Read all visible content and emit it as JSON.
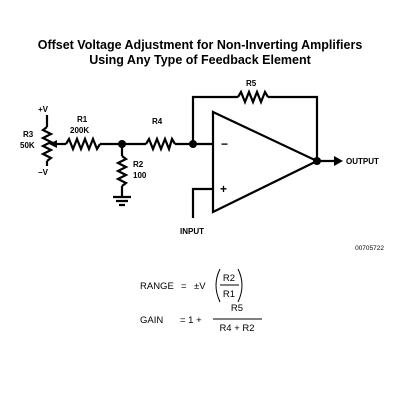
{
  "title": {
    "line1": "Offset Voltage Adjustment for Non-Inverting Amplifiers",
    "line2": "Using Any Type of Feedback Element"
  },
  "schematic": {
    "pot_pos_supply": "+V",
    "pot_neg_supply": "−V",
    "r3_name": "R3",
    "r3_value": "50K",
    "r1_name": "R1",
    "r1_value": "200K",
    "r2_name": "R2",
    "r2_value": "100",
    "r4_name": "R4",
    "r5_name": "R5",
    "inv_input_sign": "−",
    "noninv_input_sign": "+",
    "output_label": "OUTPUT",
    "input_label": "INPUT",
    "figure_id": "00705722"
  },
  "equations": {
    "range_label": "RANGE",
    "range_equals": "=",
    "range_pm_v": "±V",
    "range_num": "R2",
    "range_den": "R1",
    "gain_label": "GAIN",
    "gain_eq": "= 1 +",
    "gain_num": "R5",
    "gain_den": "R4 + R2"
  }
}
